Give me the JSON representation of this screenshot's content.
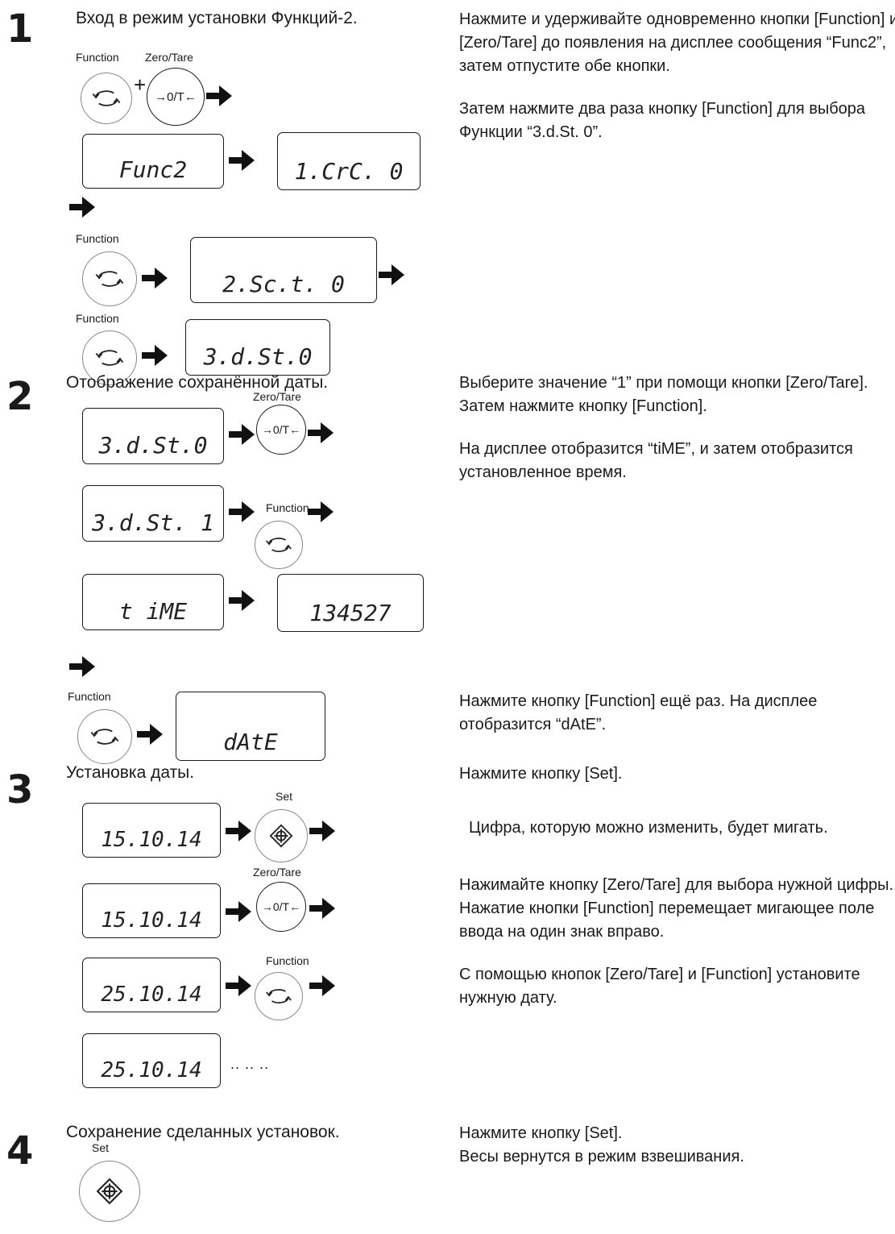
{
  "icons": {
    "function": "rotate-arrows-icon",
    "zero_tare": "zero-tare-icon",
    "set": "diamond-target-icon",
    "arrow": "right-arrow-icon"
  },
  "buttons": {
    "function_label": "Function",
    "zero_tare_label": "Zero/Tare",
    "zero_tare_symbol": "→0/T←",
    "set_label": "Set",
    "plus": "+"
  },
  "steps": [
    {
      "number": "1",
      "title": "Вход в режим установки Функций-2.",
      "desc": [
        "Нажмите и удерживайте одновременно кнопки [Function] и  [Zero/Tare] до появления на дисплее сообщения “Func2”, затем отпустите обе кнопки.",
        "Затем нажмите два раза кнопку [Function] для выбора Функции “3.d.St. 0”."
      ],
      "displays": [
        "Func2",
        "1.CrC. 0",
        "2.Sc.t. 0",
        "3.d.St.0"
      ]
    },
    {
      "number": "2",
      "title": "Отображение сохранённой даты.",
      "desc": [
        "Выберите значение “1” при помощи кнопки [Zero/Tare].",
        "Затем нажмите кнопку [Function].",
        "На дисплее отобразится “tiME”, и затем отобразится установленное время.",
        "Нажмите кнопку [Function] ещё раз. На дисплее отобразится “dAtE”."
      ],
      "displays": [
        "3.d.St.0",
        "3.d.St. 1",
        "t iME",
        "134527",
        "dAtE"
      ]
    },
    {
      "number": "3",
      "title": "Установка даты.",
      "desc": [
        "Нажмите кнопку [Set].",
        "Цифра, которую можно изменить, будет мигать.",
        "Нажимайте кнопку [Zero/Tare] для выбора нужной цифры.",
        "Нажатие кнопки [Function] перемещает мигающее поле ввода на один знак вправо.",
        "С помощью кнопок [Zero/Tare] и [Function] установите нужную дату."
      ],
      "displays": [
        "15.10.14",
        "15.10.14",
        "25.10.14",
        "25.10.14"
      ],
      "ellipsis": ".. .. .."
    },
    {
      "number": "4",
      "title": "Сохранение сделанных установок.",
      "desc": [
        "Нажмите кнопку [Set].",
        "Весы вернутся в режим взвешивания."
      ]
    }
  ]
}
